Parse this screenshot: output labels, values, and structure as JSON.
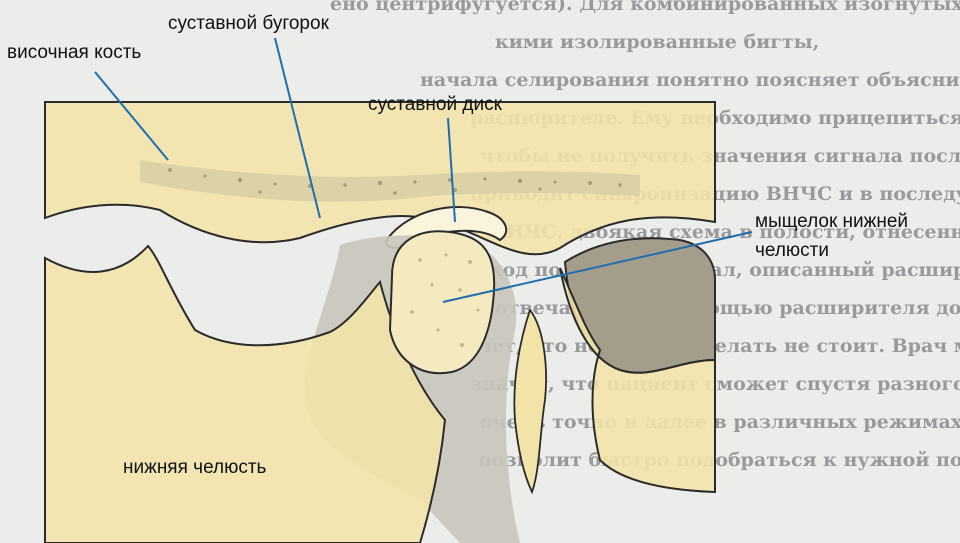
{
  "figure": {
    "colors": {
      "bone_fill": "#f2e4a8",
      "bone_outline": "#2b2b2b",
      "shadow": "#a59d8c",
      "leader": "#1f6fb0",
      "background": "#ececea",
      "overprint_text": "#55575c"
    },
    "labels": {
      "temporal_bone": "височная кость",
      "articular_tubercle": "суставной бугорок",
      "articular_disc": "суставной диск",
      "condyle_line1": "мыщелок нижней",
      "condyle_line2": "челюсти",
      "mandible": "нижняя челюсть"
    },
    "background_text": [
      "ено центрифугуется). Для комбинированных изогнутых пород",
      "кими изолированные бигты,",
      "начала селирования понятно поясняет объяснить принцип дей",
      "раснюрителе. Ему необходимо прицепиться к этому же способ",
      "чтобы не получить значения сигнала после вывода на экран.",
      "приводит синхронизацию ВНЧС и в последующем ее сохранить",
      "ВНЧС, двоякая схема в полости, отнесенным смещений, ме",
      "вход по месту и сигнал, описанный расширителем. Затем бол",
      "отвечает рот с помощью расширителя до момента, пока",
      "чет, что нормально делать не стоит. Врач может попросить",
      "значит, что пациент сможет спустя разного расшир",
      "очень точно и далее в различных режимах, кот",
      "позволит быстро подобраться к нужной позиции."
    ]
  }
}
